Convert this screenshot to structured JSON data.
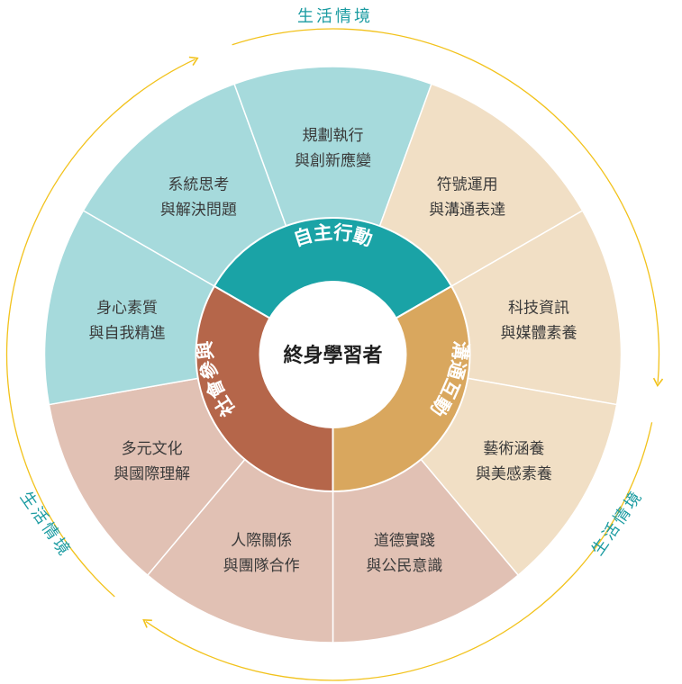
{
  "core": "終身學習者",
  "context_label": "生活情境",
  "colors": {
    "autonomous_outer": "#a6dadc",
    "autonomous_ring": "#1aa3a6",
    "social_outer": "#e1c1b4",
    "social_ring": "#b5664a",
    "communication_outer": "#f1dfc5",
    "communication_ring": "#d9a75e",
    "arrow": "#f2c21b",
    "context_text": "#1a9ba1"
  },
  "domains": {
    "autonomous": "自主行動",
    "communication": "溝通互動",
    "social": "社會參與"
  },
  "competencies": [
    {
      "line1": "系統思考",
      "line2": "與解決問題"
    },
    {
      "line1": "規劃執行",
      "line2": "與創新應變"
    },
    {
      "line1": "符號運用",
      "line2": "與溝通表達"
    },
    {
      "line1": "科技資訊",
      "line2": "與媒體素養"
    },
    {
      "line1": "藝術涵養",
      "line2": "與美感素養"
    },
    {
      "line1": "道德實踐",
      "line2": "與公民意識"
    },
    {
      "line1": "人際關係",
      "line2": "與團隊合作"
    },
    {
      "line1": "多元文化",
      "line2": "與國際理解"
    },
    {
      "line1": "身心素質",
      "line2": "與自我精進"
    }
  ]
}
